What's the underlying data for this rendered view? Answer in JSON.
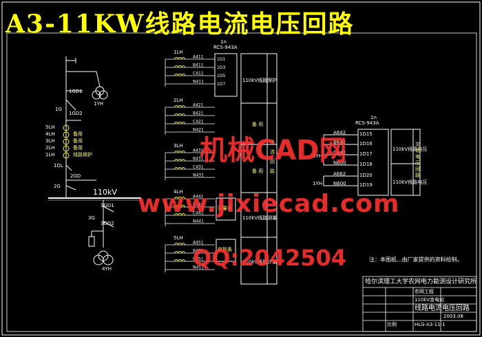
{
  "title": "A3-11KW线路电流电压回路",
  "watermark": {
    "line1": "机械CAD网",
    "line2": "www.jixiecad.com",
    "line3": "QQ:2042504"
  },
  "left": {
    "bus_label": "110kV",
    "devices": [
      "1GD1",
      "1G",
      "1GD2",
      "2GD",
      "2G",
      "1DL",
      "3GD1",
      "3G",
      "3GD2",
      "1YH",
      "4YH"
    ],
    "ct_list": [
      "5LH",
      "4LH",
      "3LH",
      "2LH",
      "1LH"
    ],
    "ct_use": [
      "备用",
      "备用",
      "备用",
      "线路保护"
    ]
  },
  "middle": {
    "device1": "1n",
    "device1_model": "RCS-943A",
    "cts": [
      {
        "name": "1LH",
        "phases": [
          "A411",
          "B411",
          "C411",
          "N411"
        ],
        "terms": [
          "1D1",
          "1D3",
          "1D5",
          "1D7"
        ]
      },
      {
        "name": "2LH",
        "phases": [
          "A421",
          "B421",
          "C421",
          "N421"
        ]
      },
      {
        "name": "3LH",
        "phases": [
          "A431",
          "B431",
          "C431",
          "N431"
        ]
      },
      {
        "name": "4LH",
        "phases": [
          "A441",
          "B441",
          "C441",
          "N441"
        ]
      },
      {
        "name": "5LH",
        "phases": [
          "A451",
          "B451",
          "C451",
          "N451"
        ]
      }
    ],
    "blocks": [
      "110kV线路保护",
      "备 用",
      "备 用",
      "110kV线路测量",
      "110kV线路计量"
    ],
    "small_blocks": [
      "测量表",
      "电能表"
    ],
    "vertical": "电 流 回 路"
  },
  "right": {
    "device2": "1n",
    "device2_model": "RCS-943A",
    "terms": [
      "1D15",
      "1D16",
      "1D17",
      "1D18",
      "1D20",
      "1D19"
    ],
    "phases": [
      "A642",
      "B642",
      "C642",
      "N600",
      "A662",
      "N600"
    ],
    "pt_labels": [
      "4YH",
      "1YH"
    ],
    "blocks": [
      "110kV线路电压",
      "110kV线路电压"
    ],
    "vertical": "交流电压回路"
  },
  "note": "注：本图纸...由厂家提供的资料绘制。",
  "titleblock": {
    "org": "哈尔滨理工大学农网电力勘测设计研究所",
    "drawing": "线路电流电压回路",
    "row1": "农网工程",
    "row2": "110kV变电站",
    "sheet": "HLG-A3-11-1",
    "date": "2003.08",
    "scale": "比例"
  }
}
